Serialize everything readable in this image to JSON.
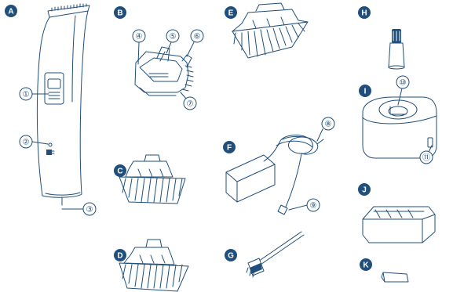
{
  "colors": {
    "ink": "#1f4f7a",
    "paper": "#ffffff"
  },
  "parts": [
    {
      "letter": "A",
      "item": "clipper-body"
    },
    {
      "letter": "B",
      "item": "blade-assembly"
    },
    {
      "letter": "C",
      "item": "comb-attachment-small"
    },
    {
      "letter": "D",
      "item": "comb-attachment-medium"
    },
    {
      "letter": "E",
      "item": "comb-attachment-large"
    },
    {
      "letter": "F",
      "item": "ac-adapter-with-cord"
    },
    {
      "letter": "G",
      "item": "cleaning-brush"
    },
    {
      "letter": "H",
      "item": "oil-bottle"
    },
    {
      "letter": "I",
      "item": "charging-stand"
    },
    {
      "letter": "J",
      "item": "storage-case"
    },
    {
      "letter": "K",
      "item": "blade-cover"
    }
  ],
  "callouts": [
    "①",
    "②",
    "③",
    "④",
    "⑤",
    "⑥",
    "⑦",
    "⑧",
    "⑨",
    "⑩",
    "⑪"
  ]
}
